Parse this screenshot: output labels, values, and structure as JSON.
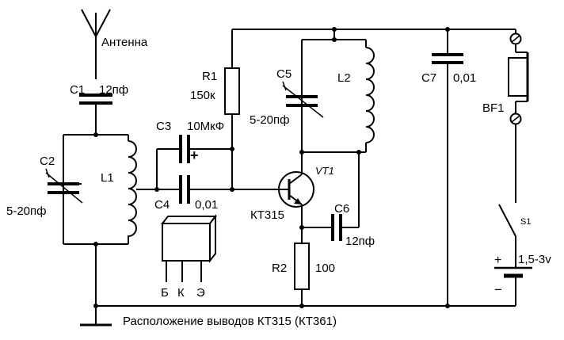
{
  "components": {
    "antenna": "Антенна",
    "c1": {
      "ref": "C1",
      "value": "12пф"
    },
    "c2": {
      "ref": "C2",
      "value": "5-20пф"
    },
    "l1": {
      "ref": "L1"
    },
    "c3": {
      "ref": "C3",
      "value": "10МкФ",
      "polarity": "+"
    },
    "c4": {
      "ref": "C4",
      "value": "0,01"
    },
    "r1": {
      "ref": "R1",
      "value": "150к"
    },
    "c5": {
      "ref": "C5",
      "value": "5-20пф"
    },
    "l2": {
      "ref": "L2"
    },
    "vt1": {
      "ref": "VT1",
      "model": "КТ315"
    },
    "c6": {
      "ref": "C6",
      "value": "12пф"
    },
    "r2": {
      "ref": "R2",
      "value": "100"
    },
    "c7": {
      "ref": "C7",
      "value": "0,01"
    },
    "bf1": {
      "ref": "BF1"
    },
    "s1": {
      "ref": "S1"
    },
    "battery": {
      "value": "1,5-3v",
      "plus": "+",
      "minus": "−"
    }
  },
  "pinout": {
    "pins": [
      "Б",
      "К",
      "Э"
    ],
    "caption": "Расположение выводов КТ315 (КТ361)"
  }
}
